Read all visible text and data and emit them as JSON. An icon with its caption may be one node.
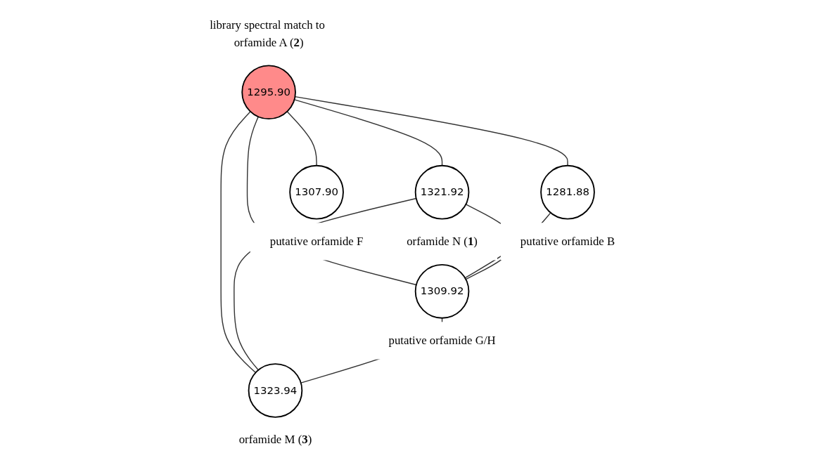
{
  "diagram": {
    "nodes": [
      {
        "text": [
          "1295.90"
        ],
        "beside": [
          "library spectral match to orfamide A (**2**)"
        ]
      },
      {
        "text": [
          "1281.88"
        ],
        "beside": [
          "putative orfamide B"
        ]
      },
      {
        "text": [
          "1321.92"
        ],
        "beside": [
          "orfamide N (**1**)"
        ]
      },
      {
        "text": [
          "1309.92"
        ],
        "beside": [
          "putative orfamide G/H"
        ]
      },
      {
        "text": [
          "1307.90"
        ],
        "beside": [
          "putative orfamide F"
        ]
      },
      {
        "text": [
          "1323.94"
        ],
        "beside": [
          "orfamide M (**3**)"
        ]
      }
    ],
    "edges": [
      {
        "from": 0,
        "to": 1,
        "arrow": "none"
      },
      {
        "from": 0,
        "to": 4,
        "arrow": "none"
      },
      {
        "from": 0,
        "to": 2,
        "arrow": "none"
      },
      {
        "from": 0,
        "to": 5,
        "arrow": "none"
      },
      {
        "from": 0,
        "to": 3,
        "arrow": "none"
      },
      {
        "from": 1,
        "to": 3,
        "arrow": "none"
      },
      {
        "from": 2,
        "to": 3,
        "arrow": "none"
      },
      {
        "from": 2,
        "to": 5,
        "arrow": "none"
      },
      {
        "from": 3,
        "to": 5,
        "arrow": "none"
      }
    ]
  }
}
